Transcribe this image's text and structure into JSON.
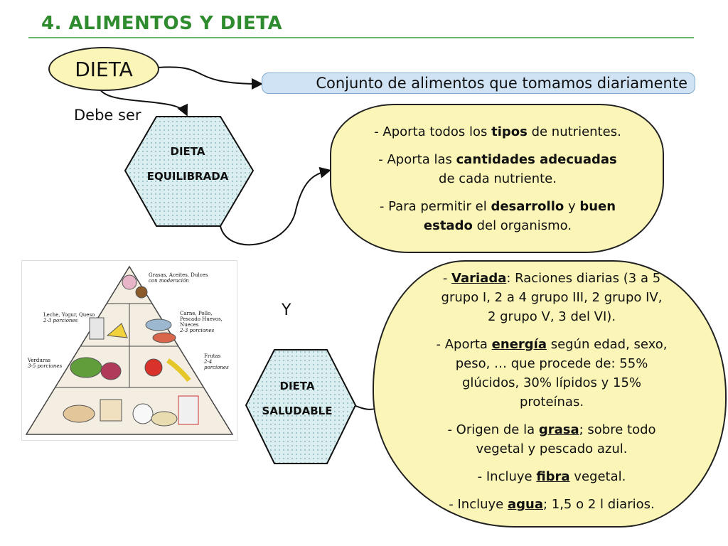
{
  "title": "4. ALIMENTOS Y DIETA",
  "dieta_label": "DIETA",
  "definition": "Conjunto de alimentos que tomamos diariamente",
  "debe_ser": "Debe ser",
  "y_label": "Y",
  "equilibrada": {
    "hex_line1": "DIETA",
    "hex_line2": "EQUILIBRADA",
    "points": [
      {
        "parts": [
          [
            "- Aporta todos los ",
            ""
          ],
          [
            "tipos",
            "b"
          ],
          [
            " de nutrientes.",
            ""
          ]
        ]
      },
      {
        "parts": [
          [
            "- Aporta las ",
            ""
          ],
          [
            "cantidades adecuadas",
            "b"
          ]
        ]
      },
      {
        "parts": [
          [
            "de cada nutriente.",
            ""
          ]
        ]
      },
      {
        "parts": [
          [
            "- Para permitir el ",
            ""
          ],
          [
            "desarrollo",
            "b"
          ],
          [
            " y ",
            ""
          ],
          [
            "buen",
            "b"
          ]
        ]
      },
      {
        "parts": [
          [
            "estado",
            "b"
          ],
          [
            " del organismo.",
            ""
          ]
        ]
      }
    ]
  },
  "saludable": {
    "hex_line1": "DIETA",
    "hex_line2": "SALUDABLE",
    "points": [
      {
        "parts": [
          [
            "- ",
            ""
          ],
          [
            "Variada",
            "bu"
          ],
          [
            ": Raciones diarias (3 a 5",
            ""
          ]
        ]
      },
      {
        "parts": [
          [
            "grupo I, 2 a 4 grupo III, 2 grupo IV,",
            ""
          ]
        ]
      },
      {
        "parts": [
          [
            "2 grupo V, 3 del VI).",
            ""
          ]
        ]
      },
      {
        "parts": [
          [
            "-   Aporta ",
            ""
          ],
          [
            "energía",
            "bu"
          ],
          [
            " según edad, sexo,",
            ""
          ]
        ]
      },
      {
        "parts": [
          [
            "peso, … que procede de: 55%",
            ""
          ]
        ]
      },
      {
        "parts": [
          [
            "glúcidos, 30% lípidos y 15%",
            ""
          ]
        ]
      },
      {
        "parts": [
          [
            "proteínas.",
            ""
          ]
        ]
      },
      {
        "parts": [
          [
            "-   Origen de la ",
            ""
          ],
          [
            "grasa",
            "bu"
          ],
          [
            "; sobre todo",
            ""
          ]
        ]
      },
      {
        "parts": [
          [
            "vegetal y pescado azul.",
            ""
          ]
        ]
      },
      {
        "parts": [
          [
            "-   Incluye ",
            ""
          ],
          [
            "fibra",
            "bu"
          ],
          [
            " vegetal.",
            ""
          ]
        ]
      },
      {
        "parts": [
          [
            "- Incluye ",
            ""
          ],
          [
            "agua",
            "bu"
          ],
          [
            "; 1,5 o 2 l diarios.",
            ""
          ]
        ]
      }
    ]
  },
  "pyramid": {
    "levels": [
      {
        "label": "Grasas, Aceites, Dulces",
        "note": "con moderación"
      },
      {
        "label": "Leche, Yogur, Queso",
        "note": "2-3 porciones"
      },
      {
        "label": "Carne, Pollo, Pescado Huevos, Nueces",
        "note": "2-3 porciones"
      },
      {
        "label": "Verduras",
        "note": "3-5 porciones"
      },
      {
        "label": "Frutas",
        "note": "2-4 porciones"
      }
    ]
  },
  "colors": {
    "title": "#2e8b2e",
    "oval": "#fbf6b8",
    "definition_box": "#cfe3f4",
    "hexagon": "#dbeef0"
  }
}
